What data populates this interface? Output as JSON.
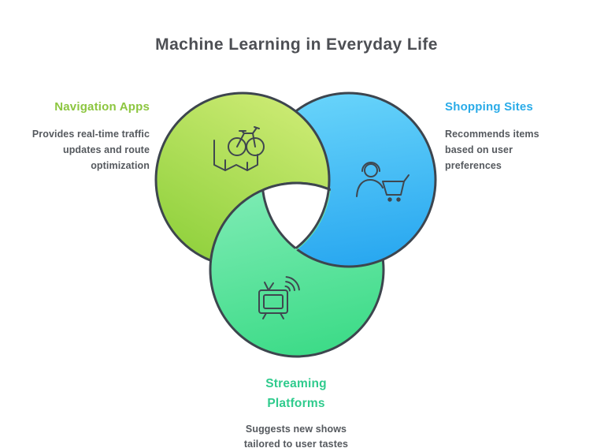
{
  "title": "Machine Learning in Everyday Life",
  "colors": {
    "background": "#ffffff",
    "title_text": "#4d4f54",
    "body_text": "#55595e",
    "outline": "#3d454e",
    "icon_stroke": "#3f474f",
    "nav_label": "#8cc63f",
    "shop_label": "#29abe8",
    "stream_label": "#2fcb8d",
    "nav_grad_light": "#cdeb74",
    "nav_grad_dark": "#8ed03b",
    "shop_grad_light": "#67d3fa",
    "shop_grad_dark": "#28a7f0",
    "stream_grad_light": "#7cebb3",
    "stream_grad_dark": "#3cdb87"
  },
  "sections": {
    "navigation": {
      "label": "Navigation Apps",
      "icon": "map-bicycle-icon",
      "description_lines": [
        "Provides real-time traffic",
        "updates and route",
        "optimization"
      ]
    },
    "shopping": {
      "label": "Shopping Sites",
      "icon": "person-shopping-cart-icon",
      "description_lines": [
        "Recommends items",
        "based on user",
        "preferences"
      ]
    },
    "streaming": {
      "label_lines": [
        "Streaming",
        "Platforms"
      ],
      "icon": "tv-broadcast-icon",
      "description_lines": [
        "Suggests new shows",
        "tailored to user tastes"
      ]
    }
  }
}
